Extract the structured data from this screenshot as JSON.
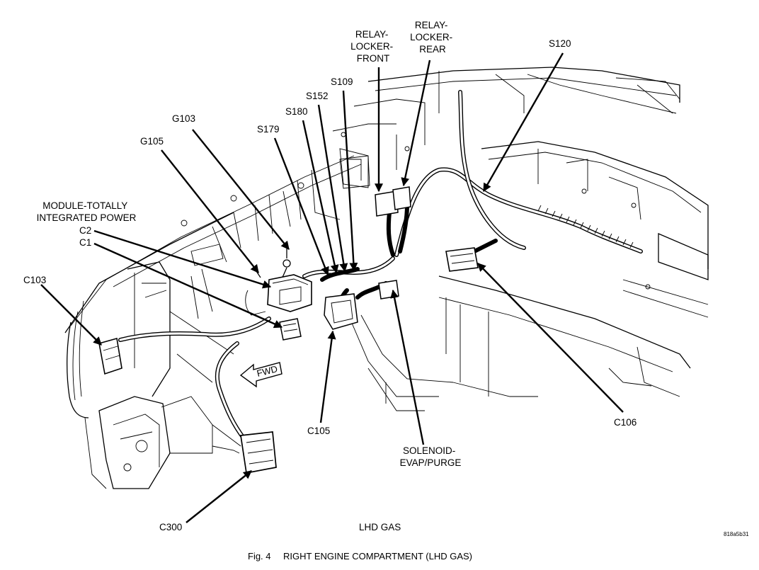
{
  "labels": {
    "relay_locker_front": [
      "RELAY-",
      "LOCKER-",
      "FRONT"
    ],
    "relay_locker_rear": [
      "RELAY-",
      "LOCKER-",
      "REAR"
    ],
    "s120": "S120",
    "s109": "S109",
    "s152": "S152",
    "s180": "S180",
    "s179": "S179",
    "g103": "G103",
    "g105": "G105",
    "module_tipm": [
      "MODULE-TOTALLY",
      "INTEGRATED POWER"
    ],
    "c2": "C2",
    "c1": "C1",
    "c103": "C103",
    "c105": "C105",
    "c106": "C106",
    "c300": "C300",
    "solenoid_evap": [
      "SOLENOID-",
      "EVAP/PURGE"
    ],
    "fwd": "FWD",
    "lhd_gas": "LHD GAS",
    "image_code": "818a5b31"
  },
  "caption": {
    "fig": "Fig. 4",
    "title": "RIGHT ENGINE COMPARTMENT  (LHD GAS)"
  }
}
